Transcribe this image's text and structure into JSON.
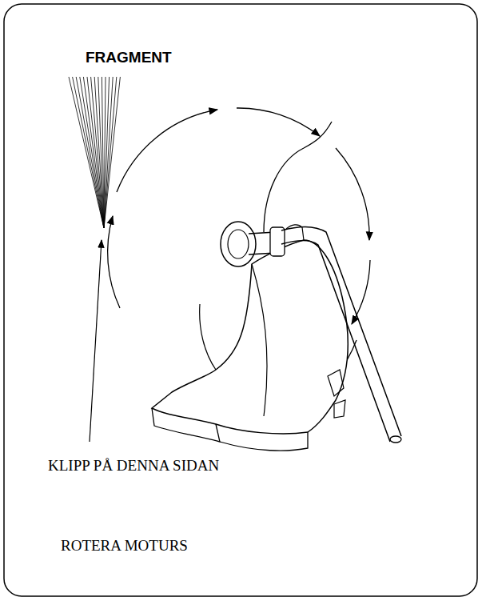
{
  "diagram": {
    "labels": [
      "FRAGMENT",
      "KLIPP PÅ DENNA SIDAN",
      "ROTERA MOTURS"
    ]
  }
}
